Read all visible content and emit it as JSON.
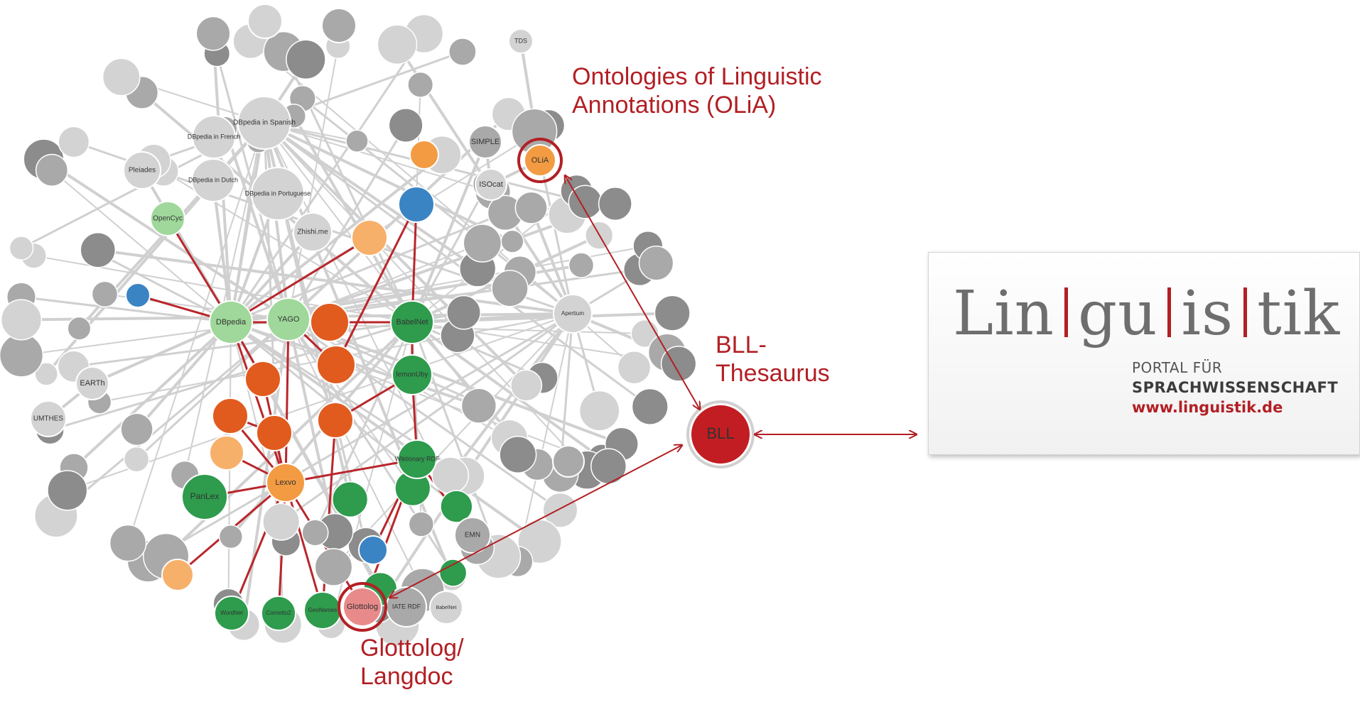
{
  "colors": {
    "accent": "#b21f24",
    "gray_dark": "#8c8c8c",
    "gray_mid": "#a9a9a9",
    "gray_light": "#d3d3d3",
    "green_dark": "#2e9b4d",
    "green_light": "#9fd89a",
    "orange": "#f39b42",
    "orange_light": "#f7b06a",
    "red_orange": "#e15b1e",
    "blue": "#3b84c4",
    "pink": "#e88a8a",
    "bll_red": "#c21d22"
  },
  "callouts": {
    "olia": "Ontologies of Linguistic\nAnnotations (OLiA)",
    "bll": "BLL-\nThesaurus",
    "glottolog": "Glottolog/\nLangdoc"
  },
  "logo": {
    "parts": [
      "Lin",
      "gu",
      "is",
      "tik"
    ],
    "line1": "PORTAL FÜR",
    "line2": "SPRACHWISSENSCHAFT",
    "line3": "www.linguistik.de"
  },
  "diagram": {
    "nodes": [
      {
        "id": "dbpedia",
        "label": "DBpedia",
        "c": "green_light"
      },
      {
        "id": "yago",
        "label": "YAGO",
        "c": "green_light"
      },
      {
        "id": "opencyc",
        "label": "OpenCyc",
        "c": "green_light"
      },
      {
        "id": "babelnet",
        "label": "BabelNet",
        "c": "green_dark"
      },
      {
        "id": "lemonuby",
        "label": "lemonUby",
        "c": "green_dark"
      },
      {
        "id": "lexvo",
        "label": "Lexvo",
        "c": "orange"
      },
      {
        "id": "panlex",
        "label": "PanLex",
        "c": "green_dark"
      },
      {
        "id": "glottolog",
        "label": "Glottolog",
        "c": "pink"
      },
      {
        "id": "olia",
        "label": "OLiA",
        "c": "orange"
      },
      {
        "id": "bll",
        "label": "BLL",
        "c": "bll_red"
      },
      {
        "id": "wiktionary",
        "label": "Wiktionary RDF",
        "c": "green_dark"
      },
      {
        "id": "simple",
        "label": "SIMPLE",
        "c": "gray_mid"
      },
      {
        "id": "isocat",
        "label": "ISOcat",
        "c": "gray_light"
      },
      {
        "id": "zhishi",
        "label": "Zhishi.me",
        "c": "gray_light"
      },
      {
        "id": "pleiades",
        "label": "Pleiades",
        "c": "gray_light"
      },
      {
        "id": "earth",
        "label": "EARTh",
        "c": "gray_light"
      },
      {
        "id": "umthes",
        "label": "UMTHES",
        "c": "gray_light"
      },
      {
        "id": "tds",
        "label": "TDS",
        "c": "gray_light"
      },
      {
        "id": "emn",
        "label": "EMN",
        "c": "gray_mid"
      },
      {
        "id": "dbp_spanish",
        "label": "DBpedia in Spanish",
        "c": "gray_light"
      },
      {
        "id": "dbp_french",
        "label": "DBpedia in French",
        "c": "gray_light"
      },
      {
        "id": "dbp_dutch",
        "label": "DBpedia in Dutch",
        "c": "gray_light"
      },
      {
        "id": "dbp_port",
        "label": "DBpedia in Portuguese",
        "c": "gray_light"
      },
      {
        "id": "wordnet",
        "label": "WordNet",
        "c": "green_dark"
      },
      {
        "id": "cornetto",
        "label": "Cornetto2",
        "c": "green_dark"
      },
      {
        "id": "geonames",
        "label": "GeoNames",
        "c": "green_dark"
      },
      {
        "id": "iate",
        "label": "IATE RDF",
        "c": "gray_mid"
      },
      {
        "id": "babelnet_tag",
        "label": "BabelNet",
        "c": "gray_light"
      },
      {
        "id": "ngram",
        "label": "",
        "c": "gray_mid"
      },
      {
        "id": "apertium",
        "label": "Apertium",
        "c": "gray_light"
      },
      {
        "id": "dbp_korean",
        "label": "",
        "c": "gray_light"
      },
      {
        "id": "gtaa",
        "label": "",
        "c": "gray_mid"
      },
      {
        "id": "lexinfo",
        "label": "",
        "c": "blue"
      },
      {
        "id": "wordnetrdf",
        "label": "",
        "c": "orange_light"
      },
      {
        "id": "llod1",
        "label": "",
        "c": "red_orange"
      },
      {
        "id": "llod2",
        "label": "",
        "c": "red_orange"
      },
      {
        "id": "llod3",
        "label": "",
        "c": "red_orange"
      },
      {
        "id": "llod4",
        "label": "",
        "c": "red_orange"
      },
      {
        "id": "llod5",
        "label": "",
        "c": "red_orange"
      },
      {
        "id": "llod6",
        "label": "",
        "c": "red_orange"
      },
      {
        "id": "semlink",
        "label": "",
        "c": "orange_light"
      },
      {
        "id": "dbfalse",
        "label": "",
        "c": "orange_light"
      },
      {
        "id": "framebase",
        "label": "",
        "c": "orange"
      },
      {
        "id": "blue2",
        "label": "",
        "c": "blue"
      },
      {
        "id": "blue3",
        "label": "",
        "c": "blue"
      }
    ]
  }
}
